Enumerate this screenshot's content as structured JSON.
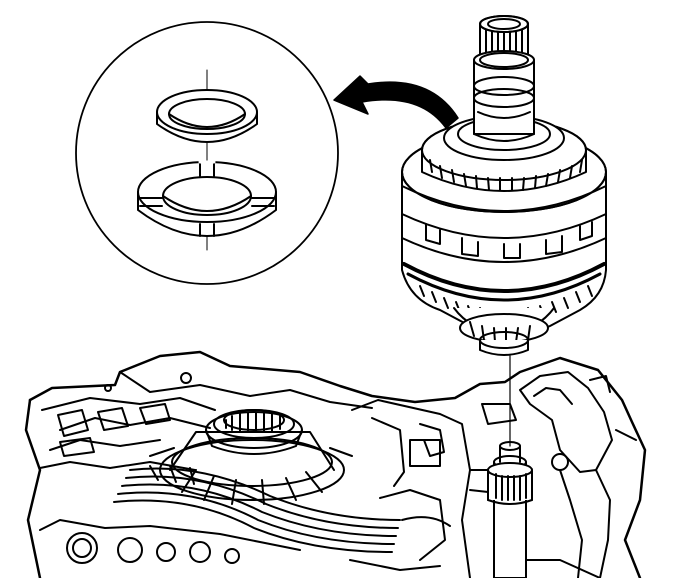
{
  "figure": {
    "kind": "technical line illustration",
    "colors": {
      "ink": "#000000",
      "paper": "#ffffff"
    },
    "parts": {
      "detail_callout": "detail-view-circle",
      "upper_ring": "thrust-washer",
      "lower_ring": "split-washer",
      "arrow": "curved-direction-arrow",
      "assembly": "clutch-housing-assembly",
      "shaft": "splined-input-shaft",
      "case": "transmission-case",
      "alignment_line": "vertical-alignment-line"
    }
  }
}
